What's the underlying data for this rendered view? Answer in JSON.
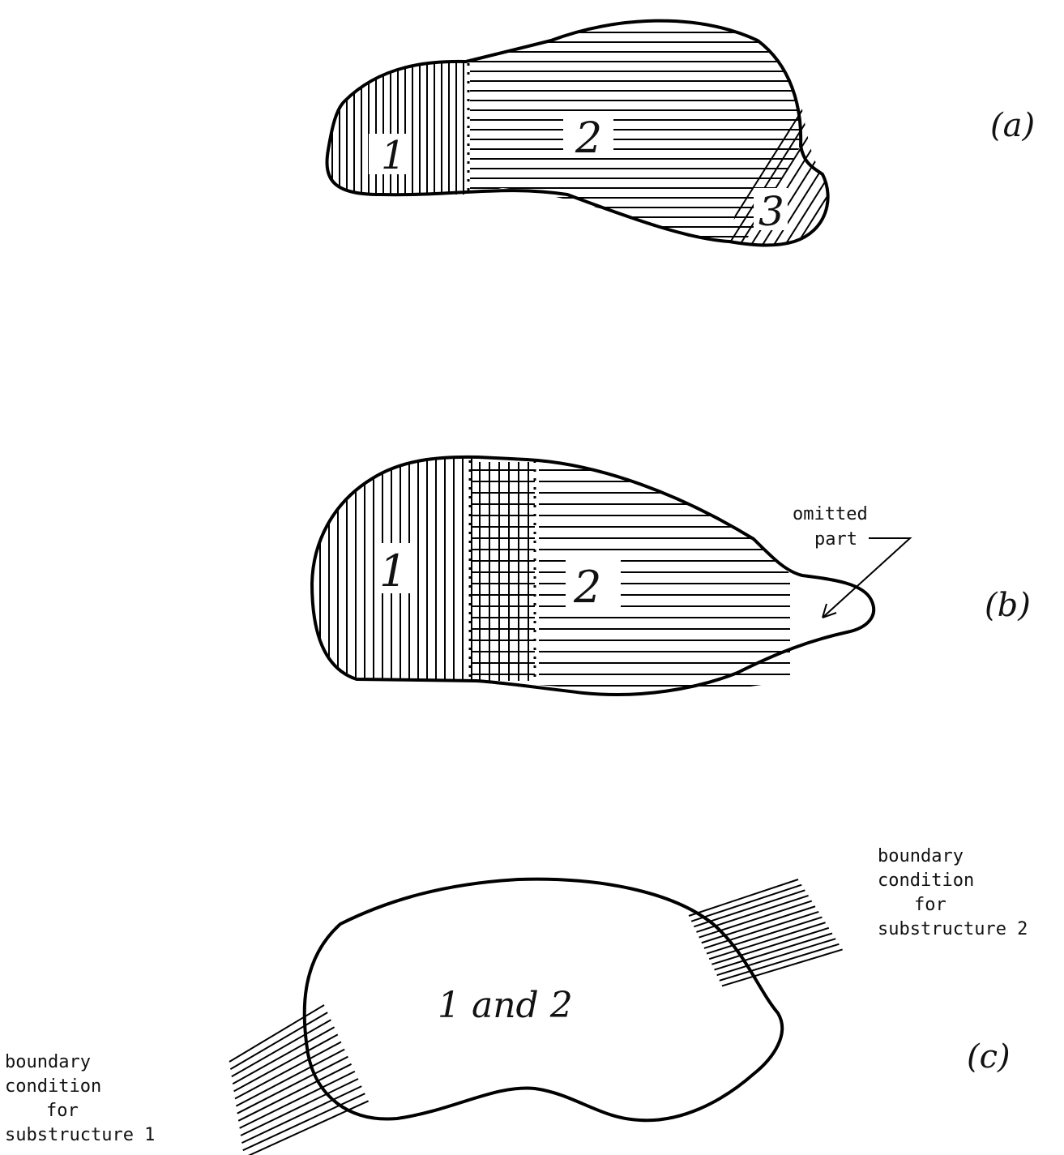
{
  "figures": [
    {
      "tag": "(a)",
      "region_labels": [
        "1",
        "2",
        "3"
      ]
    },
    {
      "tag": "(b)",
      "region_labels": [
        "1",
        "2"
      ],
      "annotation": [
        "omitted",
        "part"
      ]
    },
    {
      "tag": "(c)",
      "region_label": "1 and 2",
      "boundary_note_right": [
        "boundary",
        "condition",
        "for",
        "substructure 2"
      ],
      "boundary_note_left": [
        "boundary",
        "condition",
        "for",
        "substructure 1"
      ]
    }
  ],
  "colors": {
    "ink": "#000000",
    "paper": "#ffffff"
  }
}
